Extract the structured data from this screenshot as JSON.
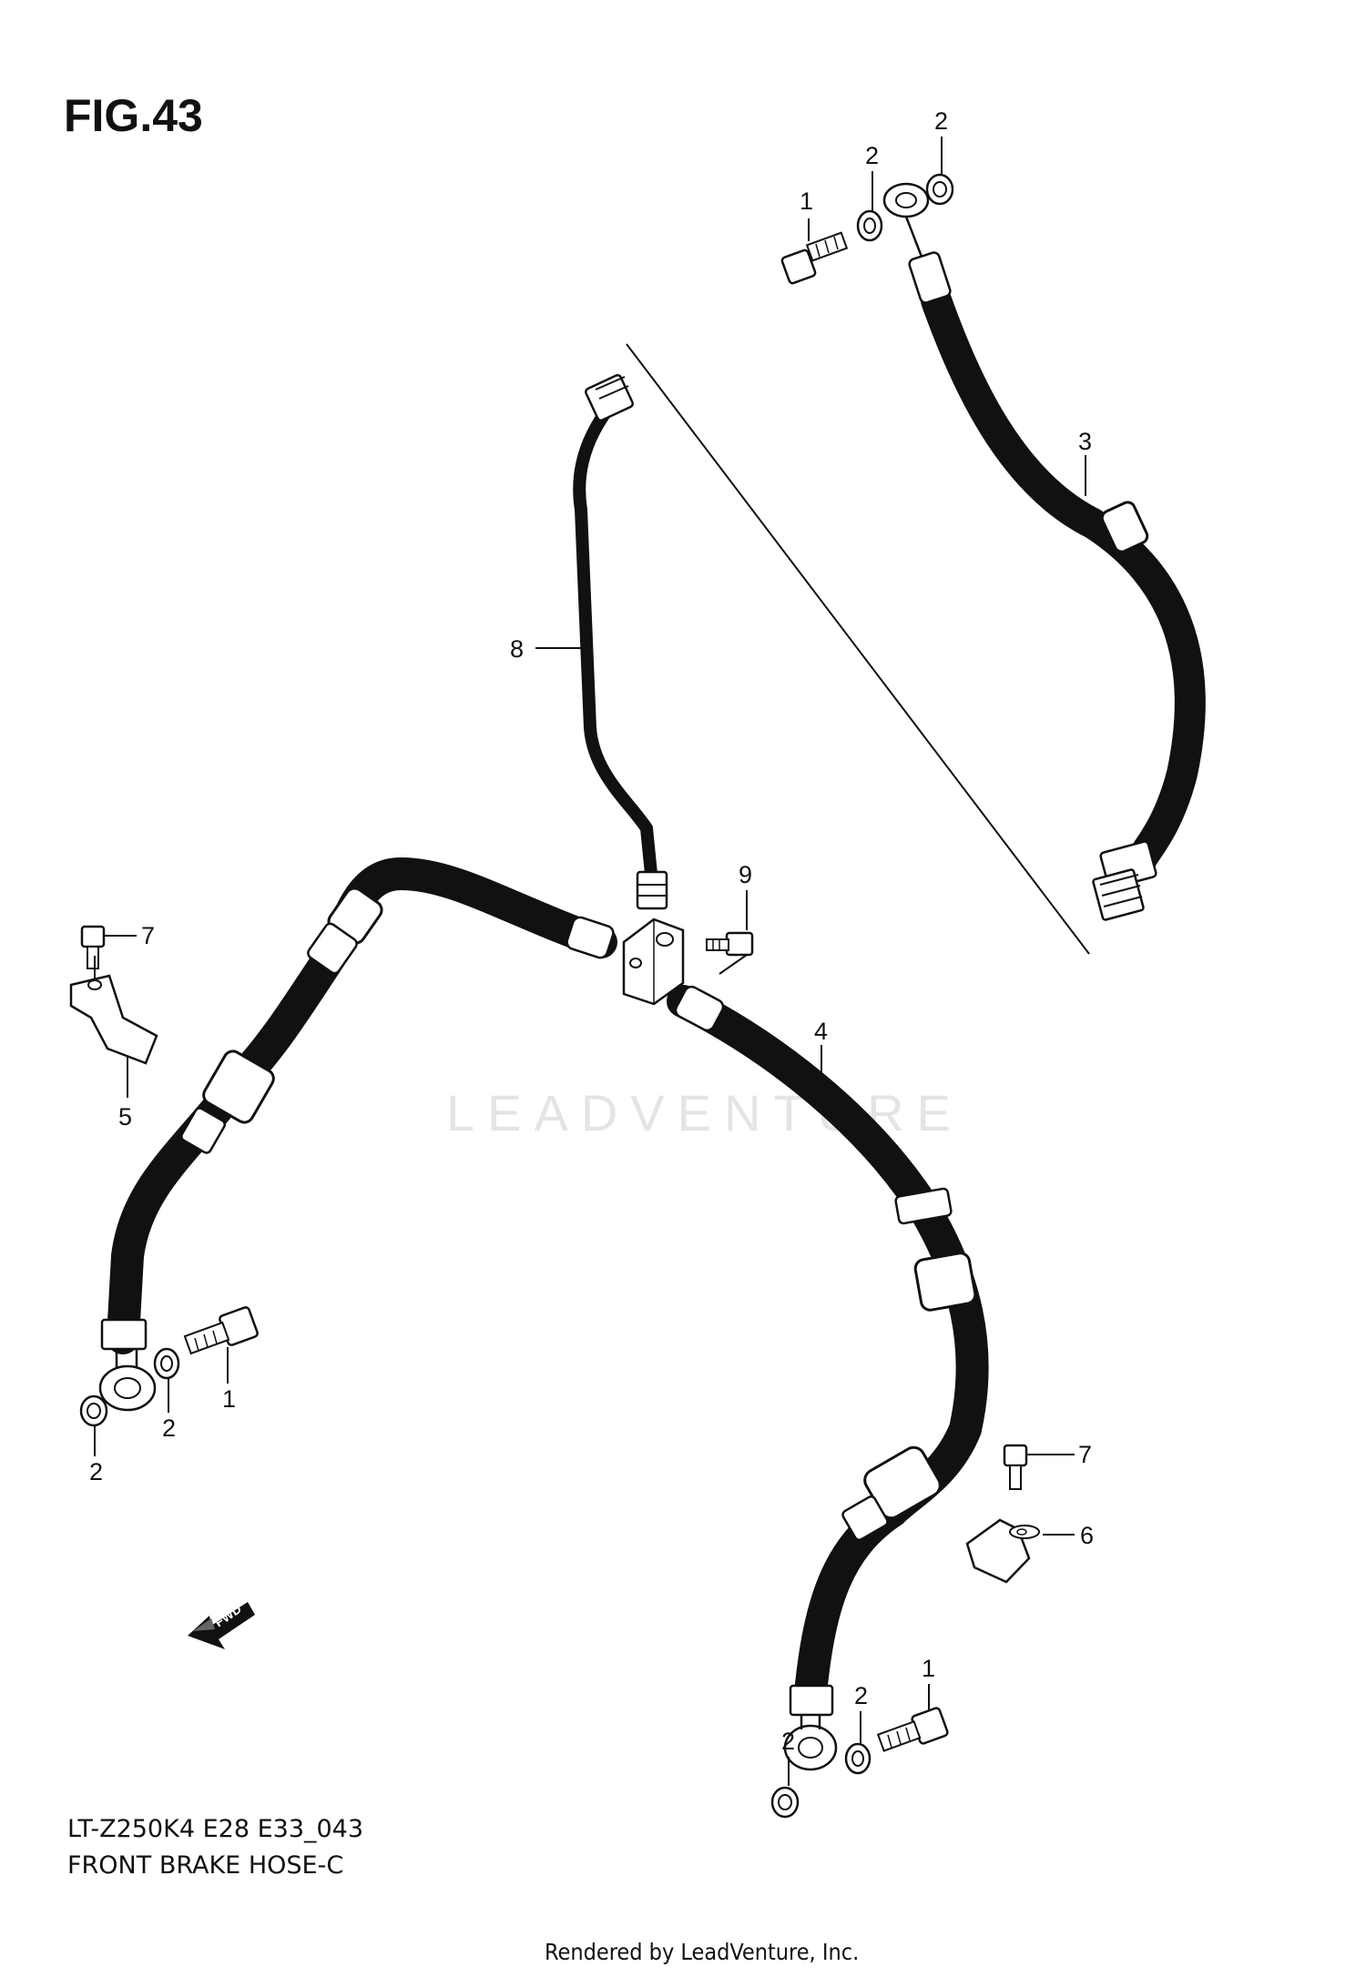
{
  "figure": {
    "title": "FIG.43",
    "model_code": "LT-Z250K4 E28 E33_043",
    "section_name": "FRONT BRAKE HOSE-C",
    "rendered_by": "Rendered by LeadVenture, Inc.",
    "watermark": "LEADVENTURE"
  },
  "callouts": {
    "c1_top": "1",
    "c2_top_left": "2",
    "c2_top_right": "2",
    "c3": "3",
    "c8": "8",
    "c9": "9",
    "c4": "4",
    "c7_left": "7",
    "c5": "5",
    "c1_left": "1",
    "c2_left_inner": "2",
    "c2_left_outer": "2",
    "c7_right": "7",
    "c6": "6",
    "c1_bottom": "1",
    "c2_bottom_inner": "2",
    "c2_bottom_outer": "2"
  },
  "fwd_arrow": {
    "label": "FWD"
  }
}
